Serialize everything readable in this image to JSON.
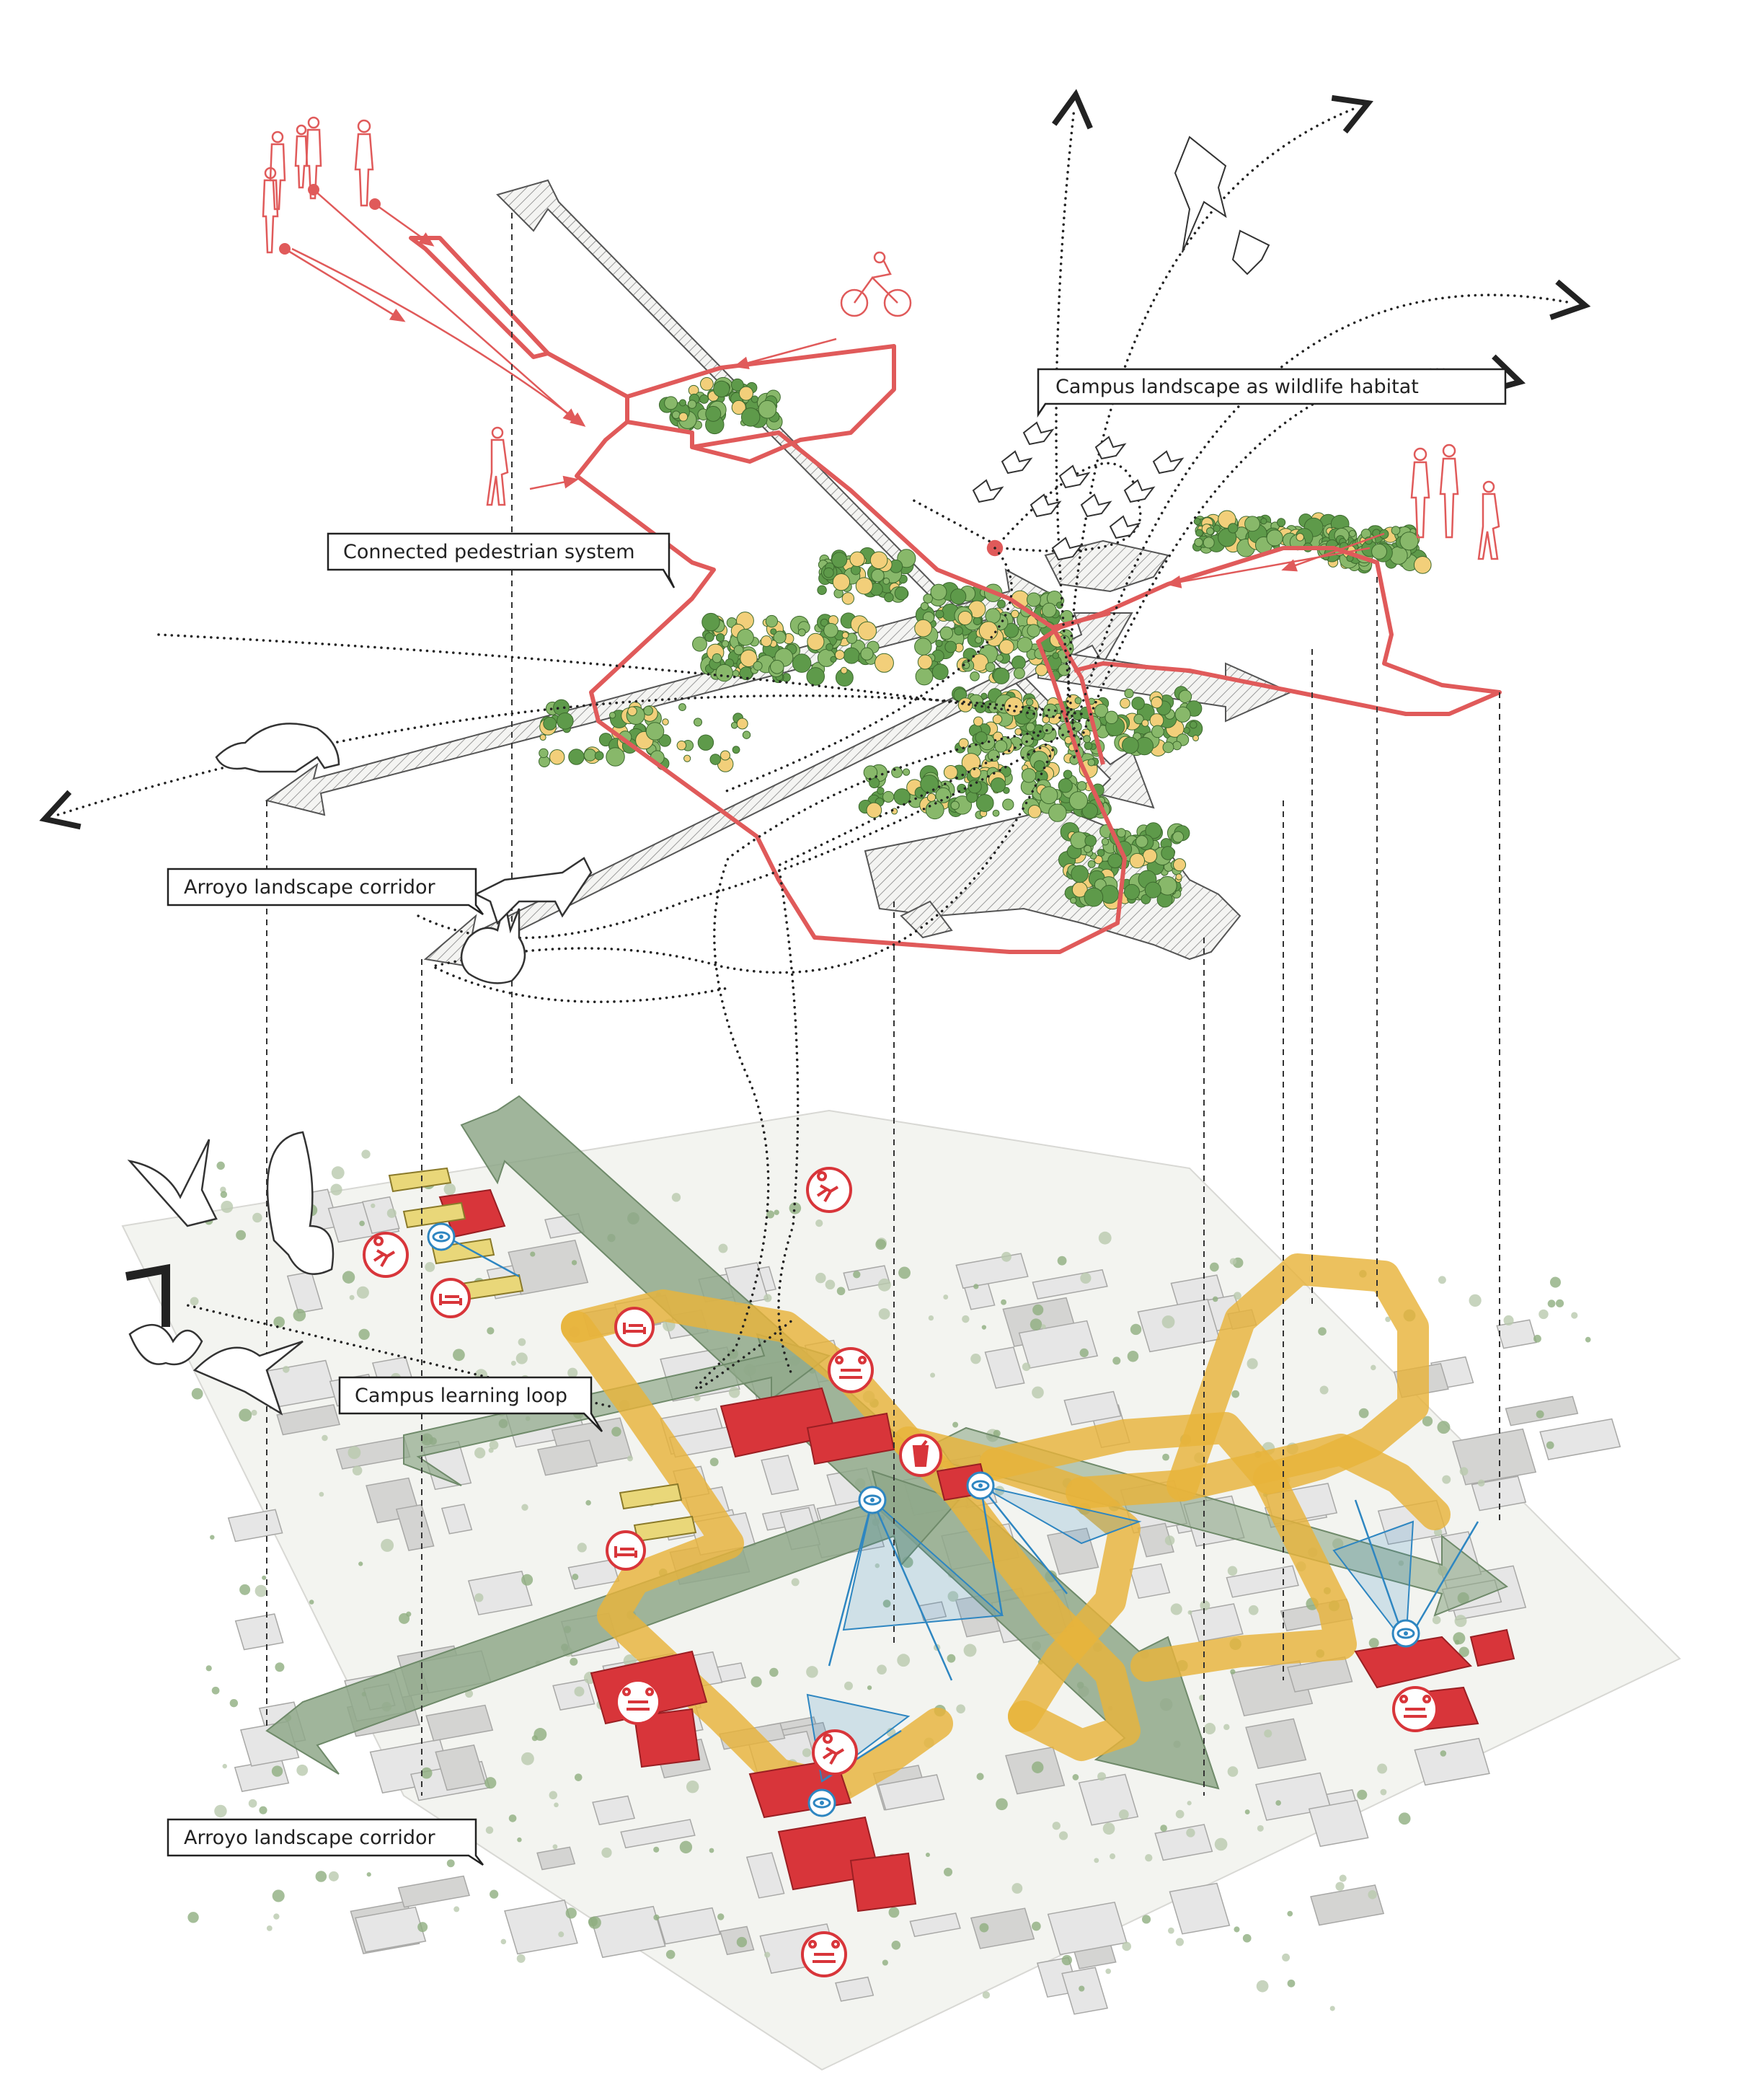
{
  "labels": {
    "wildlife_habitat": "Campus landscape as wildlife habitat",
    "pedestrian_system": "Connected pedestrian system",
    "arroyo_upper": "Arroyo landscape corridor",
    "learning_loop": "Campus learning loop",
    "arroyo_lower": "Arroyo landscape corridor"
  },
  "colors": {
    "pedestrian": "#e05a5a",
    "loop": "#e8b33a",
    "corridor": "#8fa889",
    "tree": "#5e9a4a",
    "building_highlight": "#d8353a",
    "building_gray": "#e6e6e6",
    "view_blue": "#2e86c1",
    "dotted": "#222222"
  },
  "icons": [
    "pedestrian-figure-icon",
    "cyclist-icon",
    "bird-icon",
    "armadillo-icon",
    "rabbit-icon",
    "hummingbird-icon",
    "butterfly-icon",
    "viewpoint-eye-icon",
    "activity-icon",
    "housing-bed-icon",
    "gathering-table-icon",
    "food-cup-icon",
    "north-arrow-icon"
  ]
}
